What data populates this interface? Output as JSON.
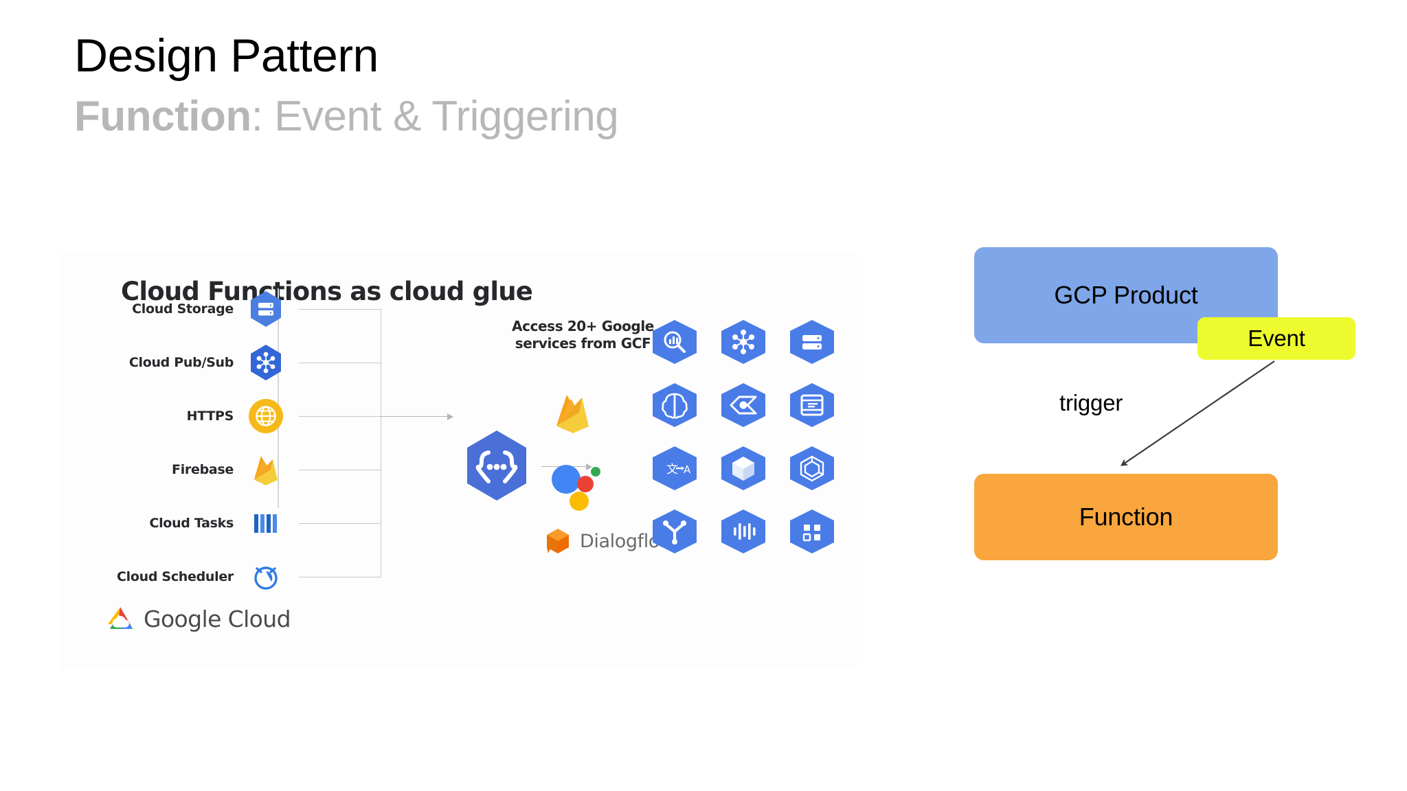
{
  "slide": {
    "title": "Design Pattern",
    "subtitle_strong": "Function",
    "subtitle_rest": ": Event & Triggering"
  },
  "gcf_panel": {
    "heading": "Cloud Functions as cloud glue",
    "access_text": "Access 20+ Google services from GCF",
    "sources": [
      {
        "label": "Cloud Storage",
        "icon": "cloud-storage-icon"
      },
      {
        "label": "Cloud Pub/Sub",
        "icon": "cloud-pubsub-icon"
      },
      {
        "label": "HTTPS",
        "icon": "https-globe-icon"
      },
      {
        "label": "Firebase",
        "icon": "firebase-icon"
      },
      {
        "label": "Cloud Tasks",
        "icon": "cloud-tasks-icon"
      },
      {
        "label": "Cloud Scheduler",
        "icon": "cloud-scheduler-icon"
      }
    ],
    "center_icon": "cloud-functions-icon",
    "service_logos": [
      {
        "name": "firebase-logo"
      },
      {
        "name": "google-assistant-logo"
      },
      {
        "name": "dialogflow-logo",
        "label": "Dialogflow"
      }
    ],
    "hex_grid_icons": [
      "bigquery-icon",
      "pubsub-icon",
      "cloud-sql-icon",
      "machine-learning-icon",
      "vision-api-icon",
      "natural-language-icon",
      "translation-api-icon",
      "container-icon",
      "cloud-build-icon",
      "cloud-tools-icon",
      "speech-api-icon",
      "cloud-apps-icon"
    ],
    "footer_logo": "google-cloud-logo",
    "footer_label": "Google Cloud"
  },
  "flow": {
    "gcp_product": "GCP Product",
    "event_badge": "Event",
    "trigger_label": "trigger",
    "function_box": "Function",
    "colors": {
      "gcp_product": "#7FA6E8",
      "event": "#EDFB2E",
      "function": "#F8A63D",
      "arrow": "#3b3b3b"
    }
  }
}
